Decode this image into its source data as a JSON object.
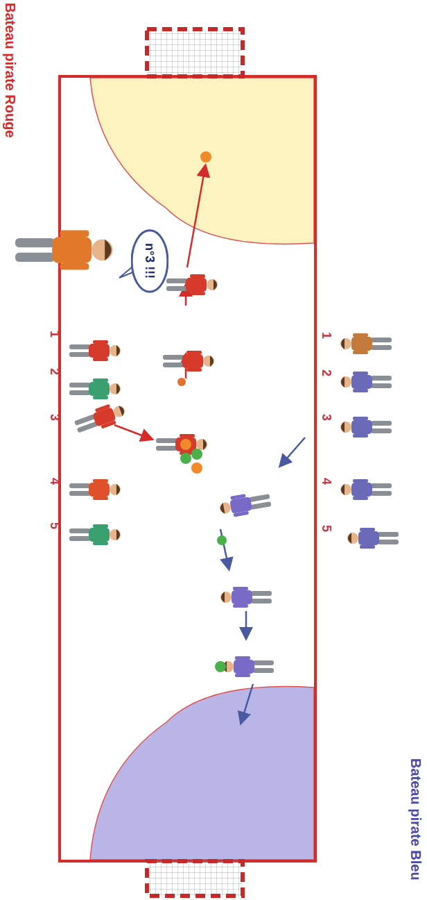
{
  "diagram": {
    "nodes": [
      {
        "text": [
          "n°3 !!!"
        ]
      }
    ],
    "labels": [
      "Bateau pirate Rouge",
      "Bateau pirate Bleu",
      "1",
      "2",
      "3",
      "4",
      "5",
      "1",
      "2",
      "3",
      "4",
      "5"
    ]
  }
}
